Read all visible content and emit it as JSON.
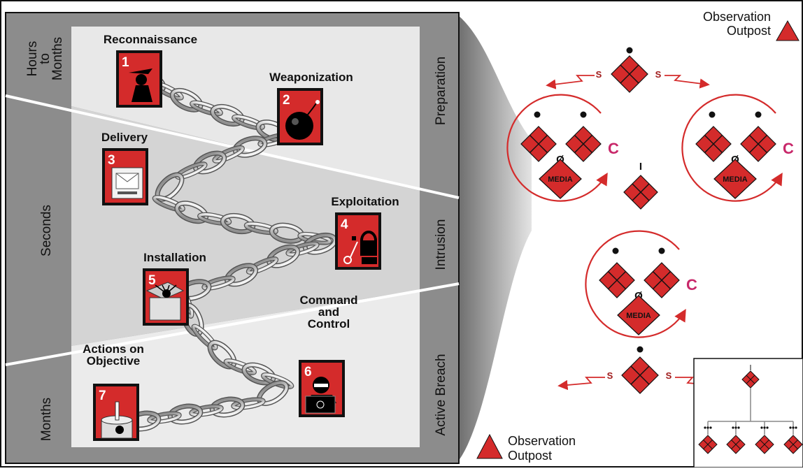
{
  "side_labels": {
    "hours_to_months": [
      "Hours",
      "to",
      "Months"
    ],
    "seconds": "Seconds",
    "months": "Months",
    "preparation": "Preparation",
    "intrusion": "Intrusion",
    "active_breach": "Active Breach"
  },
  "steps": [
    {
      "num": "1",
      "label": [
        "Reconnaissance"
      ],
      "icon": "spy-icon"
    },
    {
      "num": "2",
      "label": [
        "Weaponization"
      ],
      "icon": "bomb-icon"
    },
    {
      "num": "3",
      "label": [
        "Delivery"
      ],
      "icon": "envelope-icon"
    },
    {
      "num": "4",
      "label": [
        "Exploitation"
      ],
      "icon": "padlock-key-icon"
    },
    {
      "num": "5",
      "label": [
        "Installation"
      ],
      "icon": "spider-box-icon"
    },
    {
      "num": "6",
      "label": [
        "Command",
        "and",
        "Control"
      ],
      "icon": "hacker-laptop-icon"
    },
    {
      "num": "7",
      "label": [
        "Actions on",
        "Objective"
      ],
      "icon": "detonator-icon"
    }
  ],
  "outposts": {
    "top": [
      "Observation",
      "Outpost"
    ],
    "bottom": [
      "Observation",
      "Outpost"
    ]
  },
  "network": {
    "s_label": "S",
    "c_label": "C",
    "i_label": "I",
    "null_symbol": "Ø",
    "media_label": "MEDIA"
  },
  "colors": {
    "red": "#d42b2b",
    "dark": "#111111",
    "panel_dark": "#8c8c8c",
    "panel_light": "#e8e8e8",
    "band_mid": "#d9d9d9"
  }
}
